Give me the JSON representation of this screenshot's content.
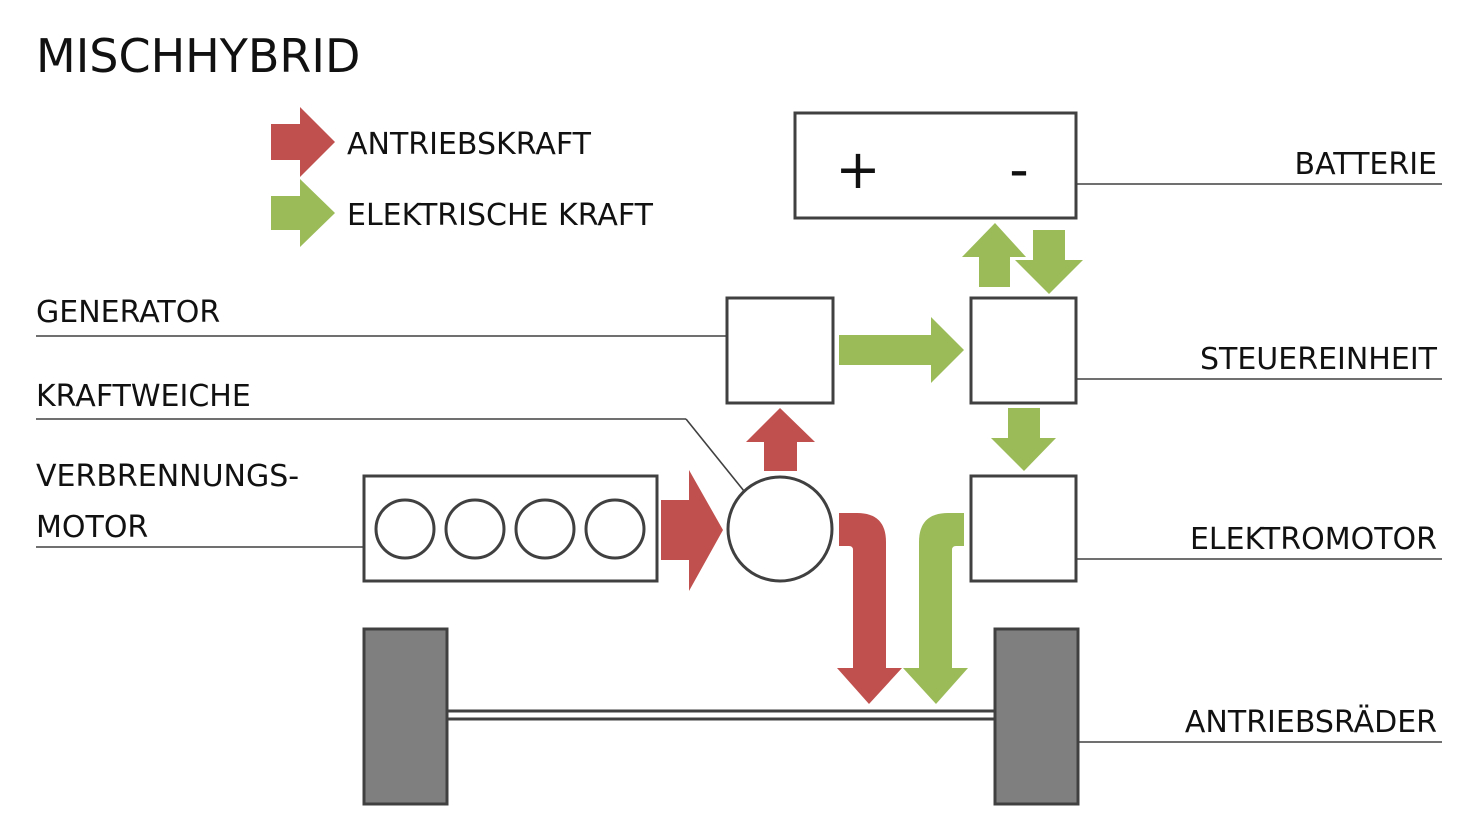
{
  "title": "MISCHHYBRID",
  "legend": {
    "drive_force": "ANTRIEBSKRAFT",
    "electric_force": "ELEKTRISCHE KRAFT"
  },
  "battery": {
    "plus": "+",
    "minus": "-"
  },
  "labels": {
    "battery": "BATTERIE",
    "generator": "GENERATOR",
    "control_unit": "STEUEREINHEIT",
    "power_split": "KRAFTWEICHE",
    "engine_line1": "VERBRENNUNGS-",
    "engine_line2": "MOTOR",
    "electric_motor": "ELEKTROMOTOR",
    "drive_wheels": "ANTRIEBSRÄDER"
  },
  "colors": {
    "drive_force": "#c0504d",
    "electric_force": "#9bbb59",
    "outline": "#404040",
    "wheel_fill": "#7f7f7f",
    "background": "#ffffff"
  }
}
